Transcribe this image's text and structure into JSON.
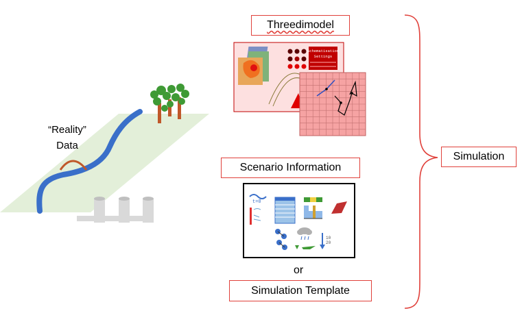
{
  "reality": {
    "line1": "“Reality”",
    "line2": "Data"
  },
  "threedimodel": {
    "label": "Threedimodel",
    "settings_panel": [
      "Schematisation",
      "Settings"
    ]
  },
  "scenario": {
    "label": "Scenario Information",
    "timestep": "t=0",
    "icon_values": [
      "10",
      "20"
    ]
  },
  "or_text": "or",
  "template": {
    "label": "Simulation Template"
  },
  "simulation": {
    "label": "Simulation"
  },
  "colors": {
    "label_border": "#e0403a",
    "river": "#3a6fc9",
    "ground": "#e3efd9",
    "brace": "#e0403a",
    "model_panel": "#fde0e0",
    "grid_panel": "#f6a3a3",
    "tree_foliage": "#3f9a35",
    "tree_trunk": "#c0582a"
  }
}
